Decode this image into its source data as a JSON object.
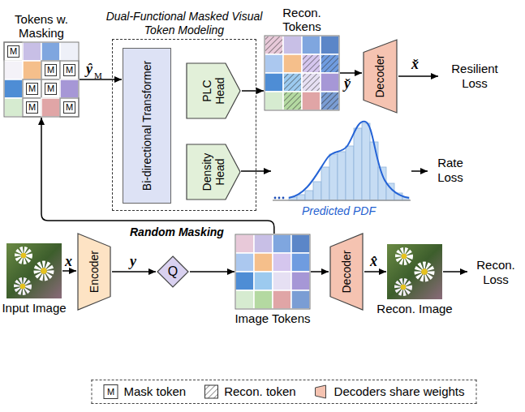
{
  "diagram": {
    "nodes": [
      {
        "text": [
          "Dual-Functional Masked Visual Token Modeling"
        ]
      },
      {
        "text": [
          "Bi-directional Transformer"
        ],
        "in": 0
      },
      {
        "text": [
          "PLC Head"
        ],
        "in": 0
      },
      {
        "text": [
          "Density Head"
        ],
        "in": 0
      },
      {
        "text": [
          "Tokens w. Masking",
          "M",
          "M",
          "M",
          "M",
          "M",
          "M",
          "M"
        ]
      },
      {
        "text": [
          "Recon. Tokens"
        ]
      },
      {
        "text": [
          "Decoder"
        ]
      },
      {
        "text": [
          "Input Image"
        ]
      },
      {
        "text": [
          "Encoder"
        ]
      },
      {
        "text": [
          "Q"
        ]
      },
      {
        "text": [
          "Image Tokens"
        ]
      },
      {
        "text": [
          "Decoder"
        ]
      },
      {
        "text": [
          "Recon. Image"
        ]
      }
    ],
    "edges": [
      {
        "from": 4,
        "to": 1,
        "arrow": "to"
      },
      {
        "from": 2,
        "to": 5,
        "arrow": "to"
      },
      {
        "from": 5,
        "to": 6,
        "arrow": "to"
      },
      {
        "from": 10,
        "to": 4,
        "arrow": "to"
      },
      {
        "from": 7,
        "to": 8,
        "arrow": "to"
      },
      {
        "from": 8,
        "to": 9,
        "arrow": "to"
      },
      {
        "from": 9,
        "to": 10,
        "arrow": "to"
      },
      {
        "from": 10,
        "to": 11,
        "arrow": "to"
      },
      {
        "from": 11,
        "to": 12,
        "arrow": "to"
      }
    ],
    "labels": [
      "ŷ",
      "M",
      "y̌",
      "x̌",
      "Resilient Loss",
      "Rate Loss",
      "Predicted PDF",
      "Random Masking",
      "x",
      "y",
      "x̂",
      "Recon. Loss",
      "M"
    ],
    "legend": [
      {
        "text": "Mask token"
      },
      {
        "text": "Recon. token"
      },
      {
        "text": "Decoders share weights"
      }
    ]
  }
}
